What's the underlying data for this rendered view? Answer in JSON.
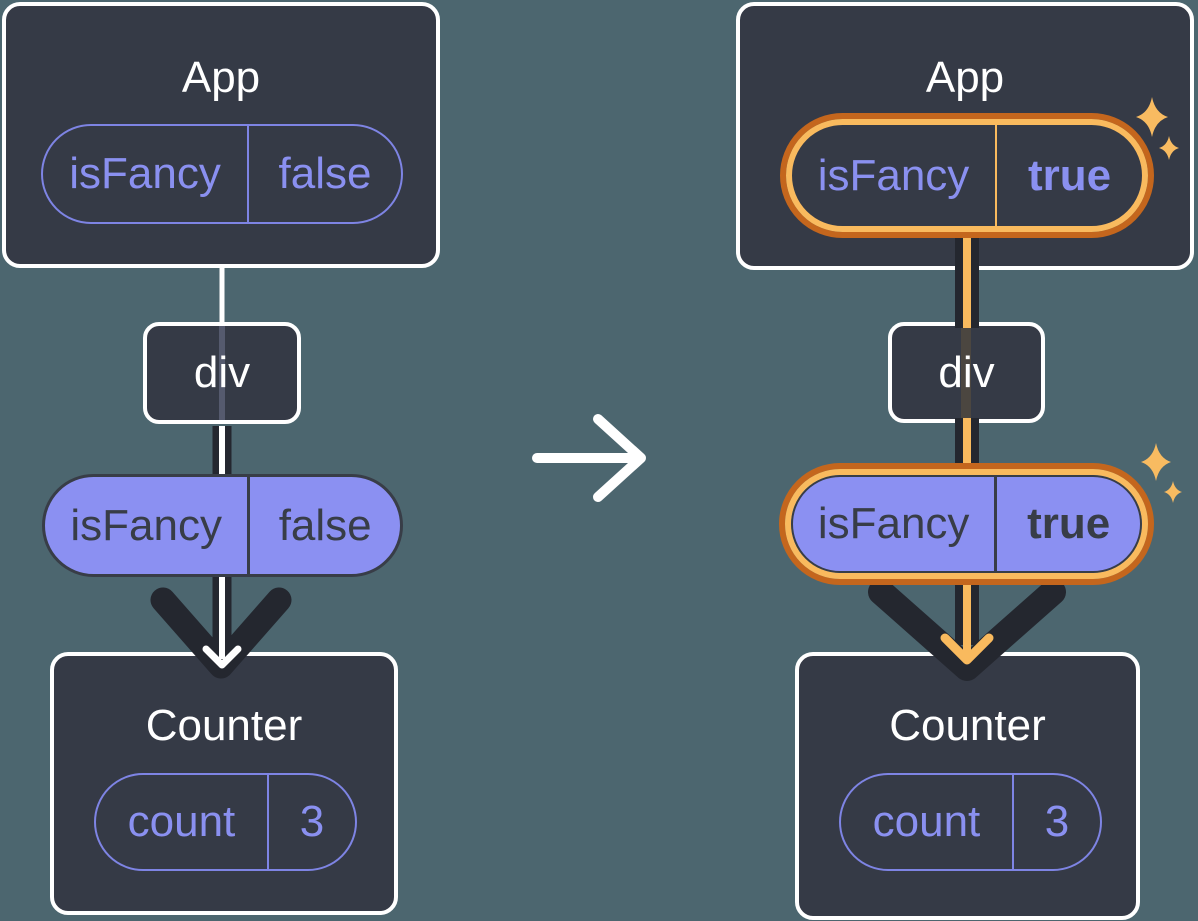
{
  "diagrams": {
    "before": {
      "app": {
        "title": "App",
        "prop": {
          "label": "isFancy",
          "value": "false"
        }
      },
      "container_div": {
        "title": "div"
      },
      "passed_prop": {
        "label": "isFancy",
        "value": "false"
      },
      "counter": {
        "title": "Counter",
        "state": {
          "label": "count",
          "value": "3"
        }
      }
    },
    "after": {
      "app": {
        "title": "App",
        "prop": {
          "label": "isFancy",
          "value": "true"
        }
      },
      "container_div": {
        "title": "div"
      },
      "passed_prop": {
        "label": "isFancy",
        "value": "true"
      },
      "counter": {
        "title": "Counter",
        "state": {
          "label": "count",
          "value": "3"
        }
      }
    }
  },
  "icons": {
    "transition_arrow": "arrow-right",
    "highlight_sparkle_large": "sparkle-4-point",
    "highlight_sparkle_small": "sparkle-4-point"
  },
  "colors": {
    "background": "#4C666F",
    "component_box": "#353A46",
    "box_border": "#FFFFFF",
    "purple_outline": "#7E84E4",
    "purple_text": "#8A90F0",
    "prop_pill_fill": "#8B90F2",
    "dark_text": "#383D47",
    "connector_dark": "#24272F",
    "highlight_orange_dark": "#C4661D",
    "highlight_orange_light": "#F9BA5E"
  }
}
